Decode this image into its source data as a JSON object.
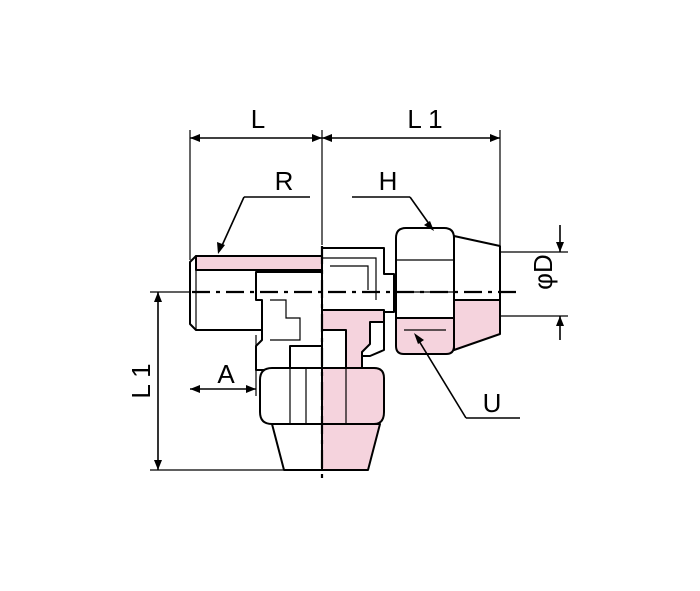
{
  "labels": {
    "L": "L",
    "L1_top": "L 1",
    "L1_left": "L 1",
    "R": "R",
    "H": "H",
    "phiD": "φD",
    "A": "A",
    "U": "U"
  },
  "colors": {
    "section_fill": "#f5d3dd",
    "line": "#000000",
    "background": "#ffffff"
  }
}
